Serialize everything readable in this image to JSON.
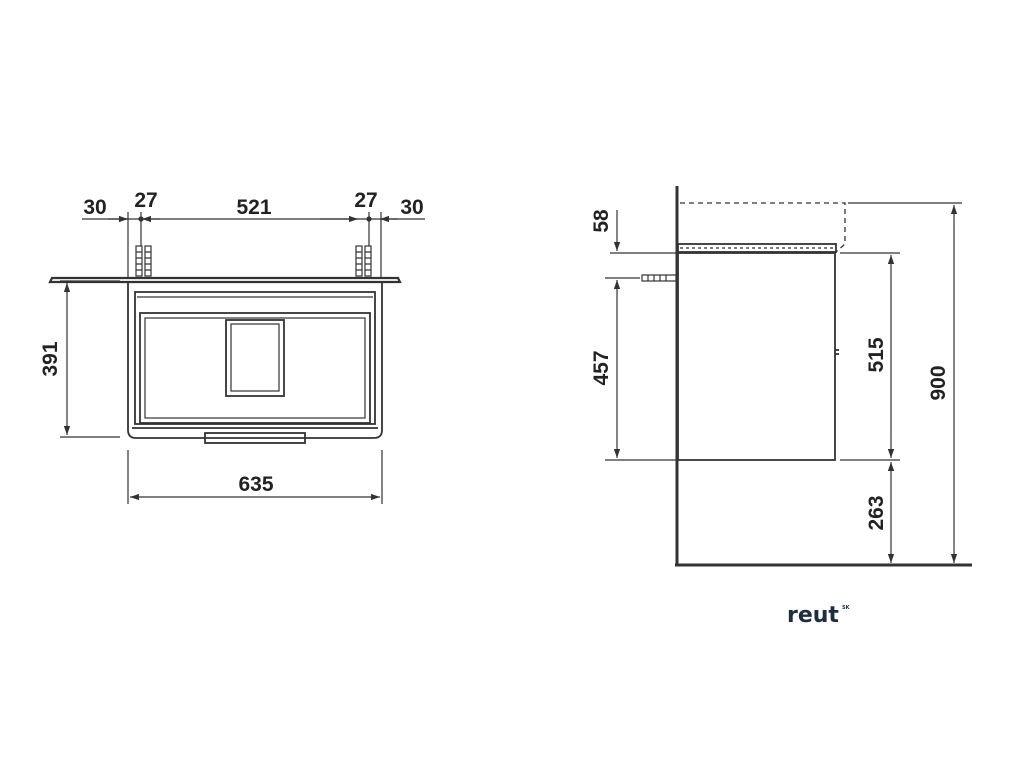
{
  "front_view": {
    "dims": {
      "wall_offset_left": "30",
      "hole_spacing_left": "27",
      "between_holes": "521",
      "hole_spacing_right": "27",
      "wall_offset_right": "30",
      "height": "391",
      "width": "635"
    }
  },
  "side_view": {
    "dims": {
      "top_offset": "58",
      "mount_height": "457",
      "cabinet_height": "515",
      "floor_clearance": "263",
      "total_height": "900"
    }
  },
  "brand": {
    "logo": "reut",
    "logo_sup": "SK",
    "color": "#1e2d3f"
  }
}
